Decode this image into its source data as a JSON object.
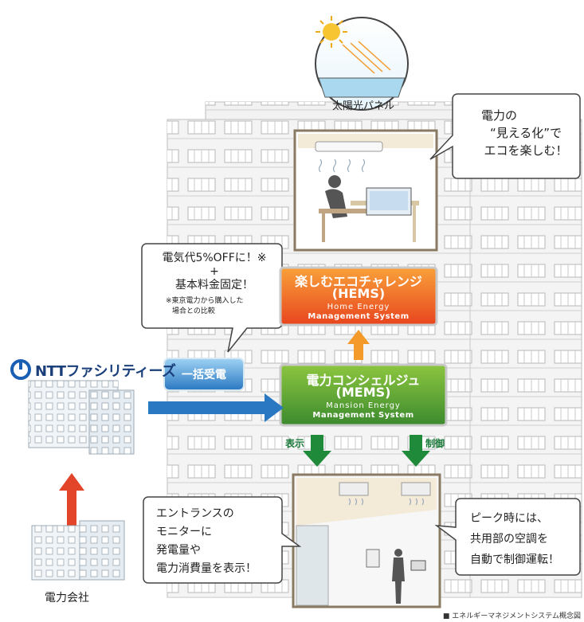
{
  "solar": {
    "label": "太陽光パネル"
  },
  "hems": {
    "title": "楽しむエコチャレンジ",
    "abbr": "(HEMS)",
    "en_line1": "Home Energy",
    "en_line2": "Management System"
  },
  "mems": {
    "title": "電力コンシェルジュ",
    "abbr": "(MEMS)",
    "en_line1": "Mansion Energy",
    "en_line2": "Management System"
  },
  "bulk": {
    "label": "一括受電"
  },
  "callouts": {
    "visual": [
      "電力の",
      "“見える化”で",
      "エコを楽しむ！"
    ],
    "discount": {
      "line1": "電気代5%OFFに！※",
      "plus": "+",
      "line2": "基本料金固定！",
      "note1": "※東京電力から購入した",
      "note2": "場合との比較"
    },
    "entrance": [
      "エントランスの",
      "モニターに",
      "発電量や",
      "電力消費量を表示！"
    ],
    "peak": [
      "ピーク時には、",
      "共用部の空調を",
      "自動で制御運転！"
    ]
  },
  "arrows": {
    "display": "表示",
    "control": "制御"
  },
  "ntt": {
    "logo_text": "NTTファシリティーズ"
  },
  "power_company": {
    "label": "電力会社"
  },
  "caption": "■ エネルギーマネジメントシステム概念図",
  "colors": {
    "hems_top": "#f9a13a",
    "hems_bottom": "#e8451e",
    "mems_top": "#8cc63f",
    "mems_bottom": "#3c8a2e",
    "bulk_top": "#7ec0ee",
    "bulk_bottom": "#2a78c2",
    "blue_arrow": "#2a78c2",
    "green_arrow": "#1f8a3a",
    "orange_arrow": "#f39a2b",
    "red_arrow": "#e2452a",
    "ntt_blue": "#1a5fb4"
  }
}
